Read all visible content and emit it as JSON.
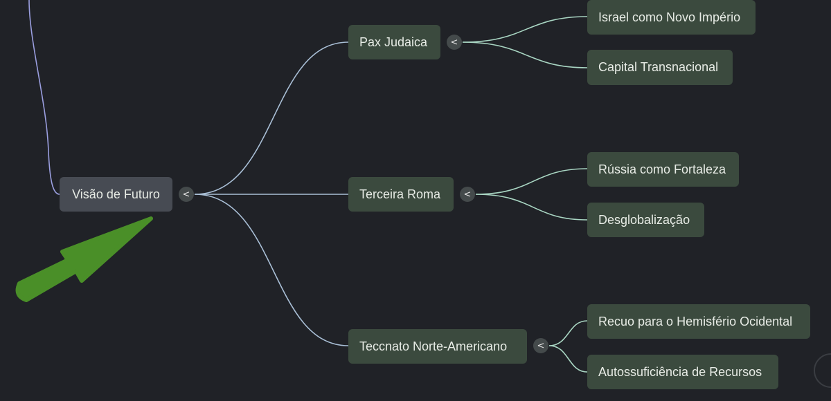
{
  "mindmap": {
    "root": {
      "label": "Visão de Futuro",
      "toggle": "<"
    },
    "branches": [
      {
        "label": "Pax Judaica",
        "toggle": "<",
        "children": [
          "Israel como Novo Império",
          "Capital Transnacional"
        ]
      },
      {
        "label": "Terceira Roma",
        "toggle": "<",
        "children": [
          "Rússia como Fortaleza",
          "Desglobalização"
        ]
      },
      {
        "label": "Teccnato Norte-Americano",
        "toggle": "<",
        "children": [
          "Recuo para o Hemisfério Ocidental",
          "Autossuficiência de Recursos"
        ]
      }
    ]
  },
  "colors": {
    "background": "#202227",
    "root_node": "#474b53",
    "child_node": "#3b4a3e",
    "connector_branch": "#a9bfd6",
    "connector_leaf": "#a9d6c3",
    "parent_connector": "#9b9fe0",
    "annotation_arrow": "#4a8f28"
  },
  "annotation": {
    "icon": "arrow-icon"
  }
}
